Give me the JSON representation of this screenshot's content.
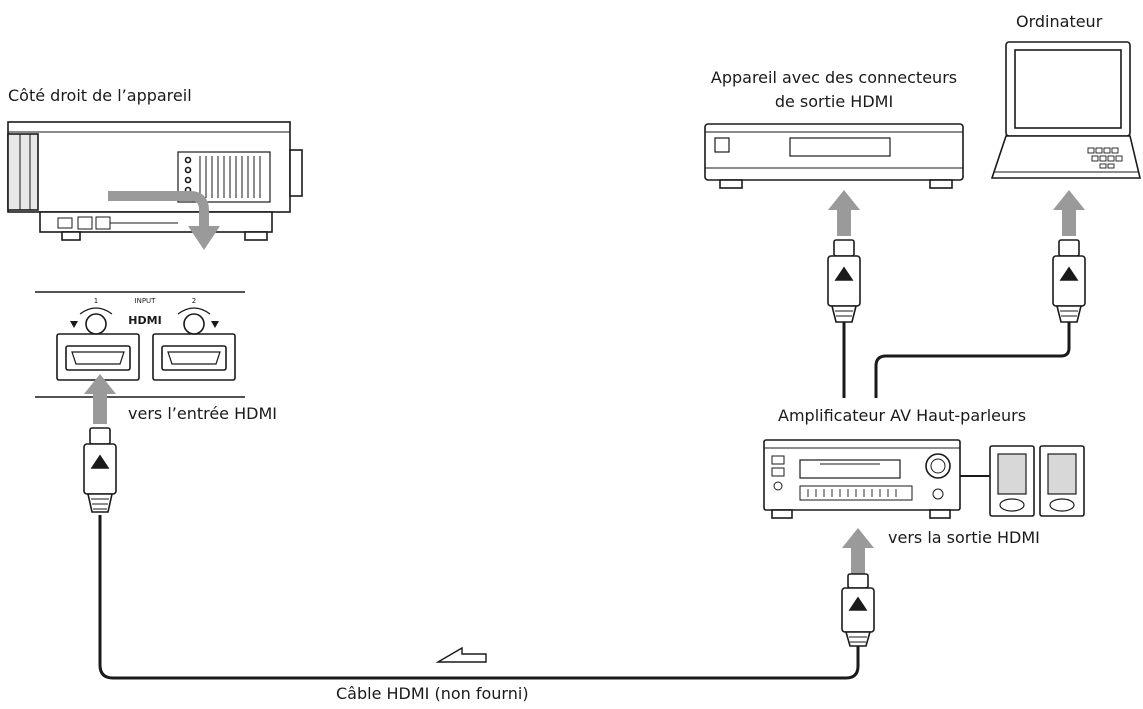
{
  "labels": {
    "projector_side": "Côté droit de l’appareil",
    "hdmi_output_device": [
      "Appareil avec des connecteurs",
      "de sortie HDMI"
    ],
    "computer": "Ordinateur",
    "to_hdmi_input": "vers l’entrée HDMI",
    "amplifier": "Amplificateur AV Haut-parleurs",
    "to_hdmi_output": "vers la sortie HDMI",
    "cable": "Câble HDMI (non fourni)"
  },
  "panel": {
    "input_label": "INPUT",
    "port_1": "1",
    "port_2": "2",
    "hdmi_logo": "HDMI"
  },
  "colors": {
    "line": "#1a1a1a",
    "arrow": "#9a9a9a",
    "fill": "#ffffff"
  }
}
